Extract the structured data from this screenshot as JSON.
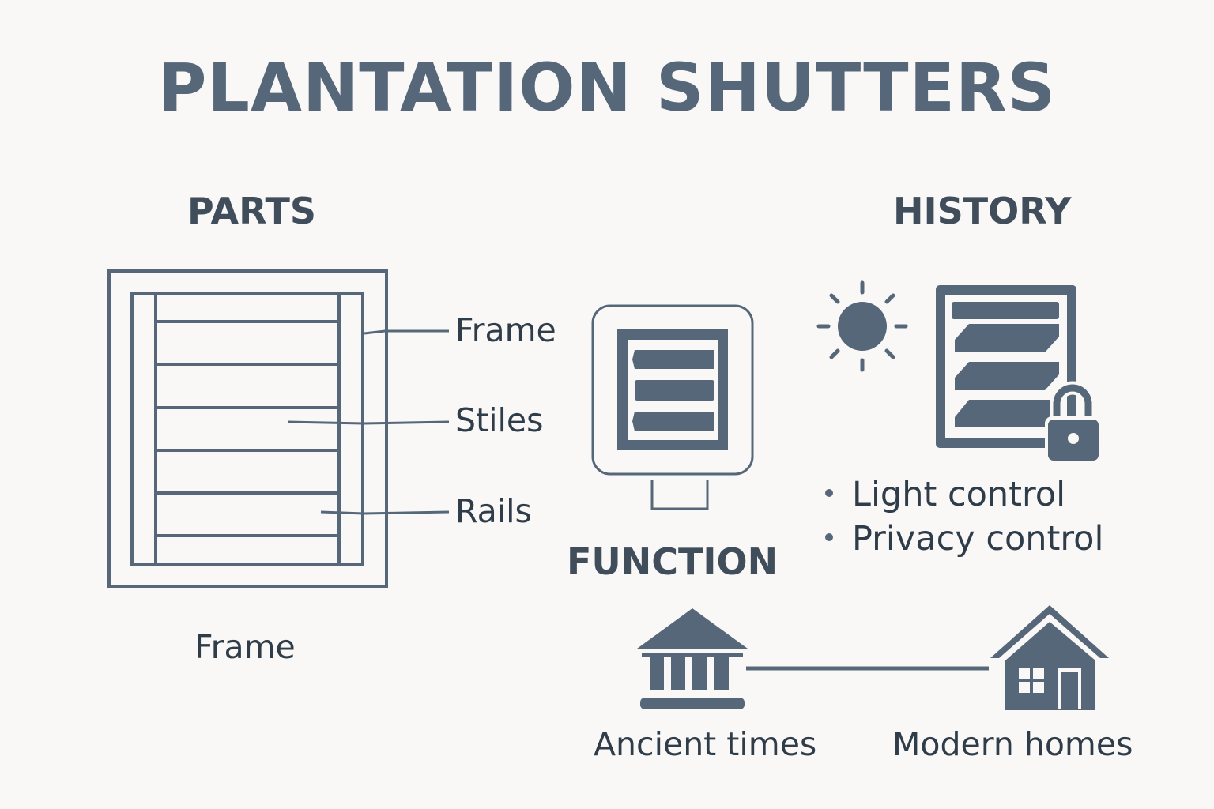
{
  "title": "PLANTATION SHUTTERS",
  "sections": {
    "parts": "PARTS",
    "history": "HISTORY",
    "function": "FUNCTION"
  },
  "parts_callouts": [
    "Frame",
    "Stiles",
    "Rails"
  ],
  "parts_caption": "Frame",
  "history_bullets": [
    "Light control",
    "Privacy control"
  ],
  "timeline": {
    "start_label": "Ancient times",
    "end_label": "Modern homes"
  },
  "colors": {
    "ink": "#56677a",
    "text": "#2f3c49",
    "background": "#f9f8f6"
  },
  "icons": [
    "shutter-frame-diagram",
    "window-shutter-icon",
    "sun-icon",
    "shutter-icon",
    "lock-icon",
    "classical-building-icon",
    "house-icon"
  ]
}
